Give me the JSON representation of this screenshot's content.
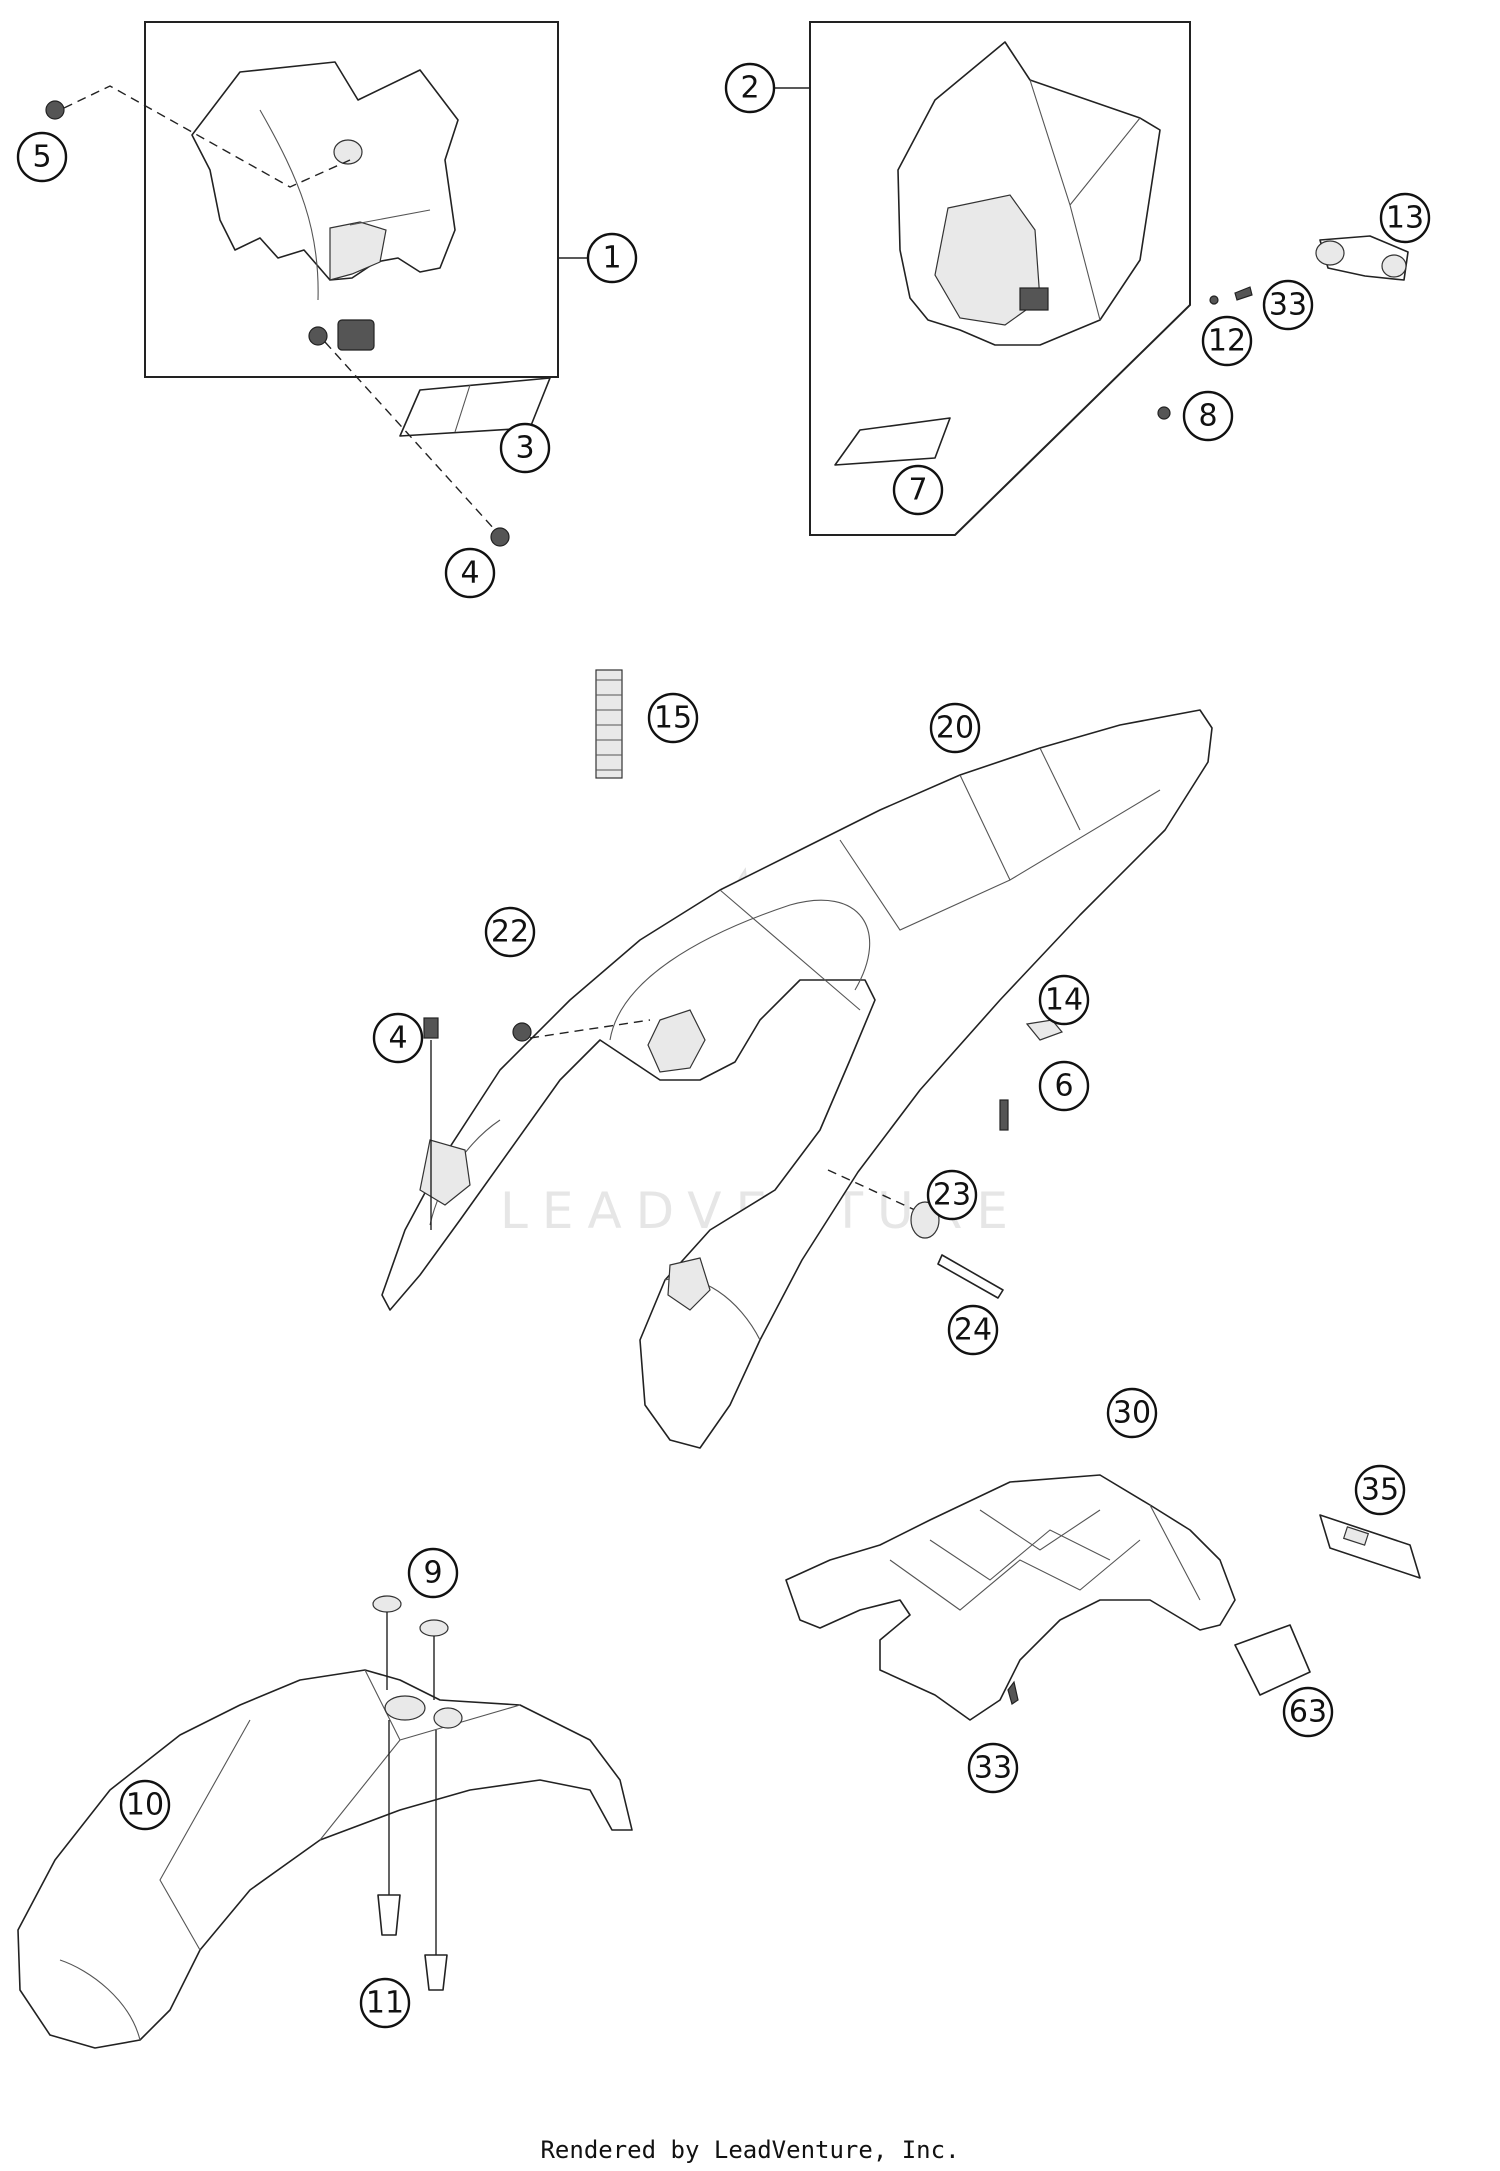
{
  "callouts": [
    {
      "id": "c1",
      "label": "1"
    },
    {
      "id": "c2",
      "label": "2"
    },
    {
      "id": "c3",
      "label": "3"
    },
    {
      "id": "c4a",
      "label": "4"
    },
    {
      "id": "c4b",
      "label": "4"
    },
    {
      "id": "c5",
      "label": "5"
    },
    {
      "id": "c6",
      "label": "6"
    },
    {
      "id": "c7",
      "label": "7"
    },
    {
      "id": "c8",
      "label": "8"
    },
    {
      "id": "c9",
      "label": "9"
    },
    {
      "id": "c10",
      "label": "10"
    },
    {
      "id": "c11",
      "label": "11"
    },
    {
      "id": "c12",
      "label": "12"
    },
    {
      "id": "c13",
      "label": "13"
    },
    {
      "id": "c14",
      "label": "14"
    },
    {
      "id": "c15",
      "label": "15"
    },
    {
      "id": "c20",
      "label": "20"
    },
    {
      "id": "c22",
      "label": "22"
    },
    {
      "id": "c23",
      "label": "23"
    },
    {
      "id": "c24",
      "label": "24"
    },
    {
      "id": "c30",
      "label": "30"
    },
    {
      "id": "c33a",
      "label": "33"
    },
    {
      "id": "c33b",
      "label": "33"
    },
    {
      "id": "c35",
      "label": "35"
    },
    {
      "id": "c63",
      "label": "63"
    }
  ],
  "watermark": "LEADVENTURE",
  "footer": "Rendered by LeadVenture, Inc."
}
